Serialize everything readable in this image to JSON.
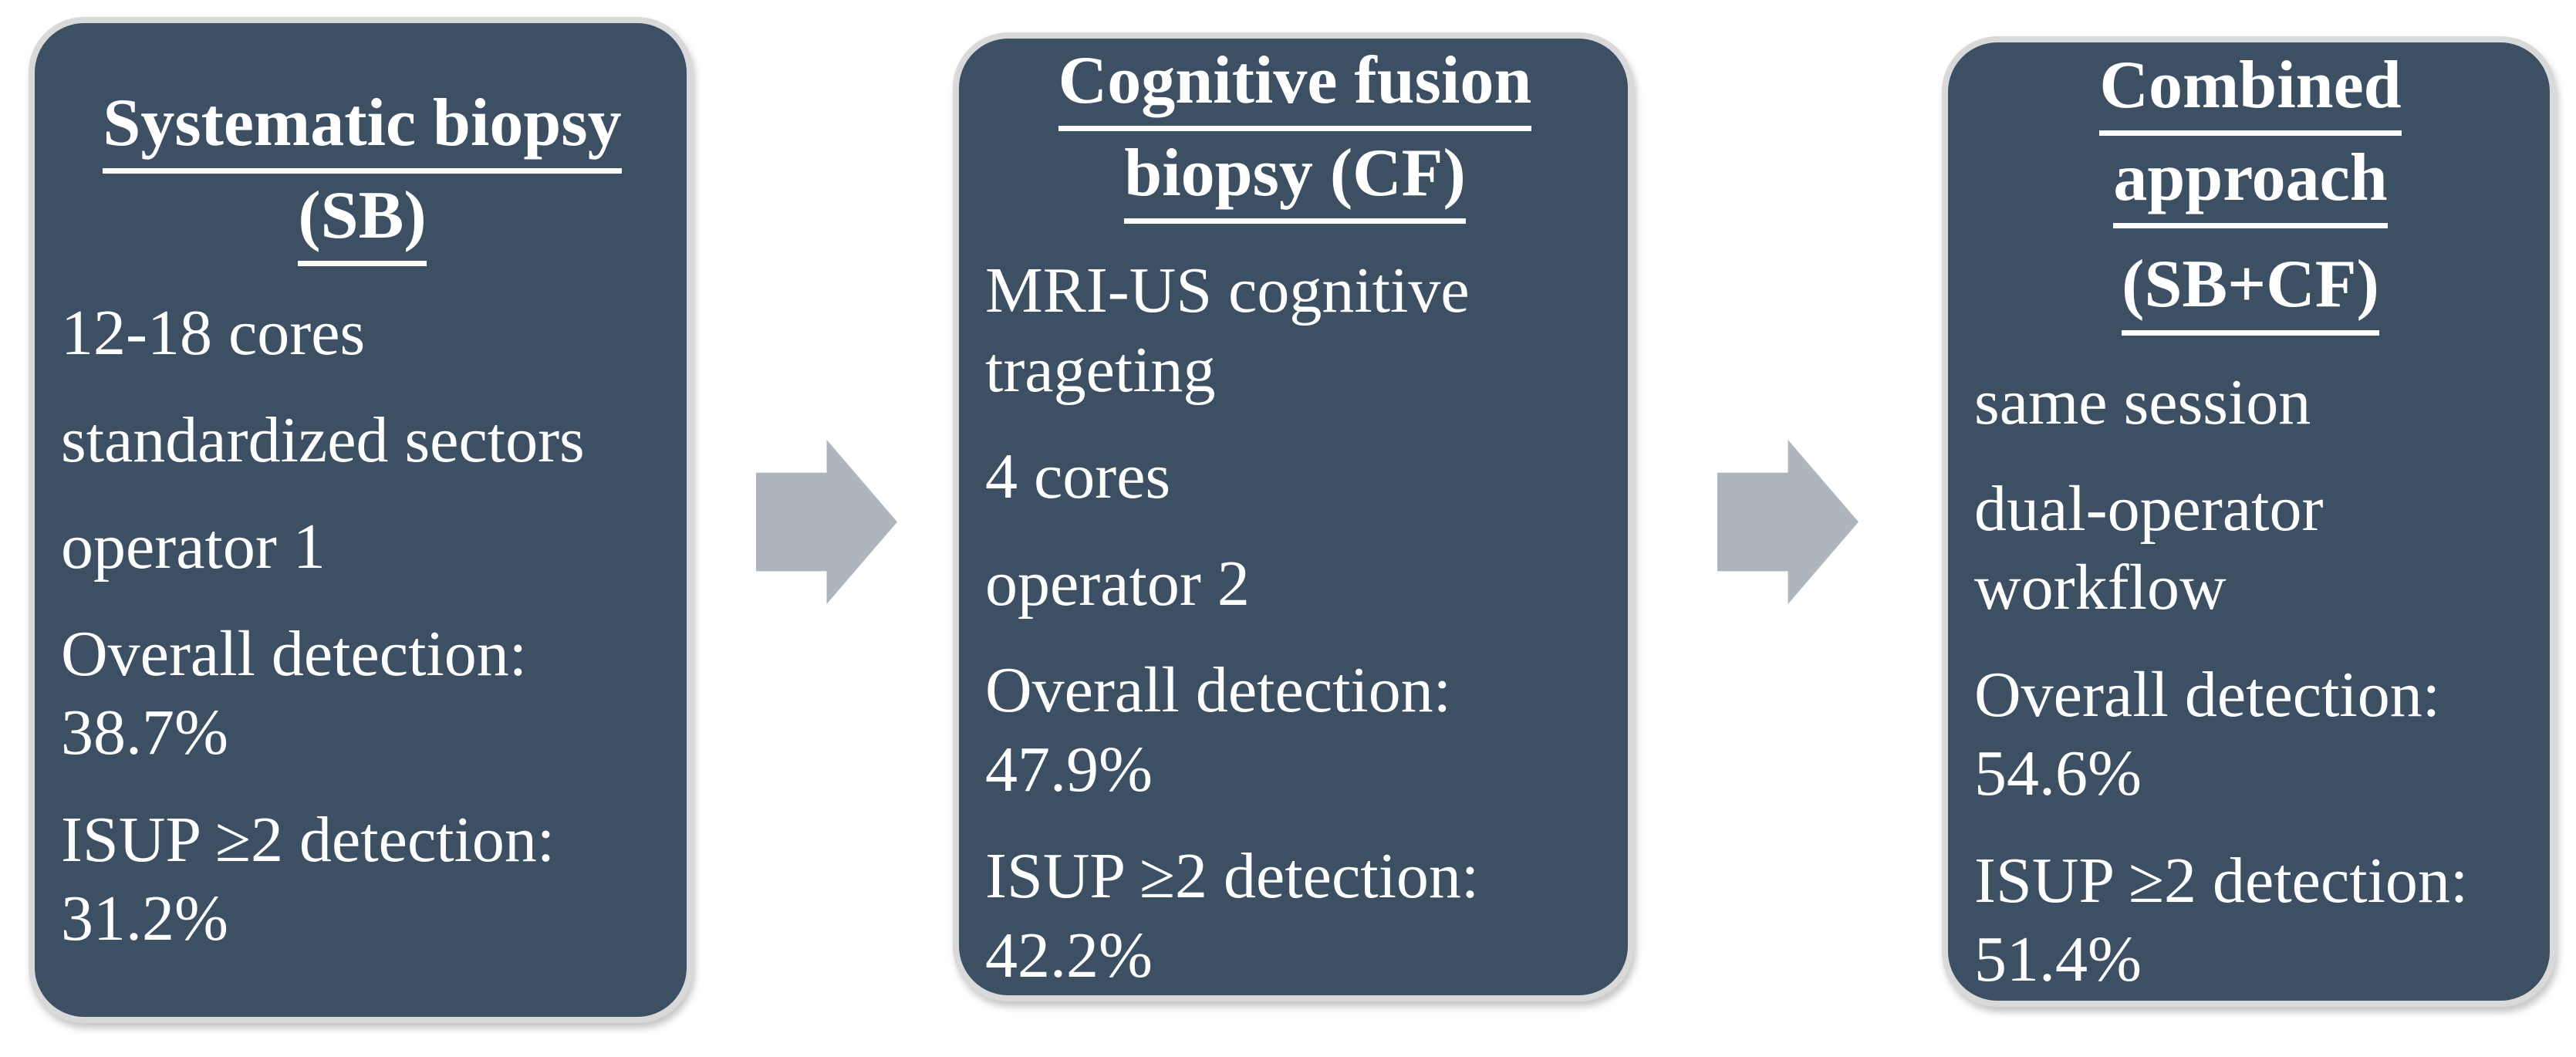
{
  "figure": {
    "type": "workflow-diagram",
    "colors": {
      "box_fill": "#3C4F63",
      "box_border": "#D9D9D9",
      "arrow": "#AFB5BD",
      "text": "#FFFFFF",
      "background": "#FFFFFF"
    },
    "boxes": [
      {
        "id": "systematic-biopsy",
        "title_paragraphs": [
          [
            "Systematic biopsy",
            "(SB)"
          ]
        ],
        "body_paragraphs": [
          "12-18 cores",
          "standardized sectors",
          "operator 1",
          "Overall detection: 38.7%",
          "ISUP ≥2 detection: 31.2%"
        ]
      },
      {
        "id": "cognitive-fusion-biopsy",
        "title_paragraphs": [
          [
            "Cognitive fusion",
            "biopsy (CF)"
          ]
        ],
        "body_paragraphs": [
          "MRI-US cognitive trageting",
          "4 cores",
          "operator 2",
          "Overall detection: 47.9%",
          "ISUP ≥2 detection: 42.2%"
        ]
      },
      {
        "id": "combined-approach",
        "title_paragraphs": [
          [
            "Combined",
            "approach"
          ],
          [
            "(SB+CF)"
          ]
        ],
        "body_paragraphs": [
          "same session",
          "dual-operator workflow",
          "Overall detection: 54.6%",
          "ISUP ≥2 detection: 51.4%"
        ]
      }
    ],
    "arrows": [
      {
        "id": "arrow-sb-to-cf",
        "direction": "right"
      },
      {
        "id": "arrow-cf-to-combined",
        "direction": "right"
      }
    ]
  }
}
